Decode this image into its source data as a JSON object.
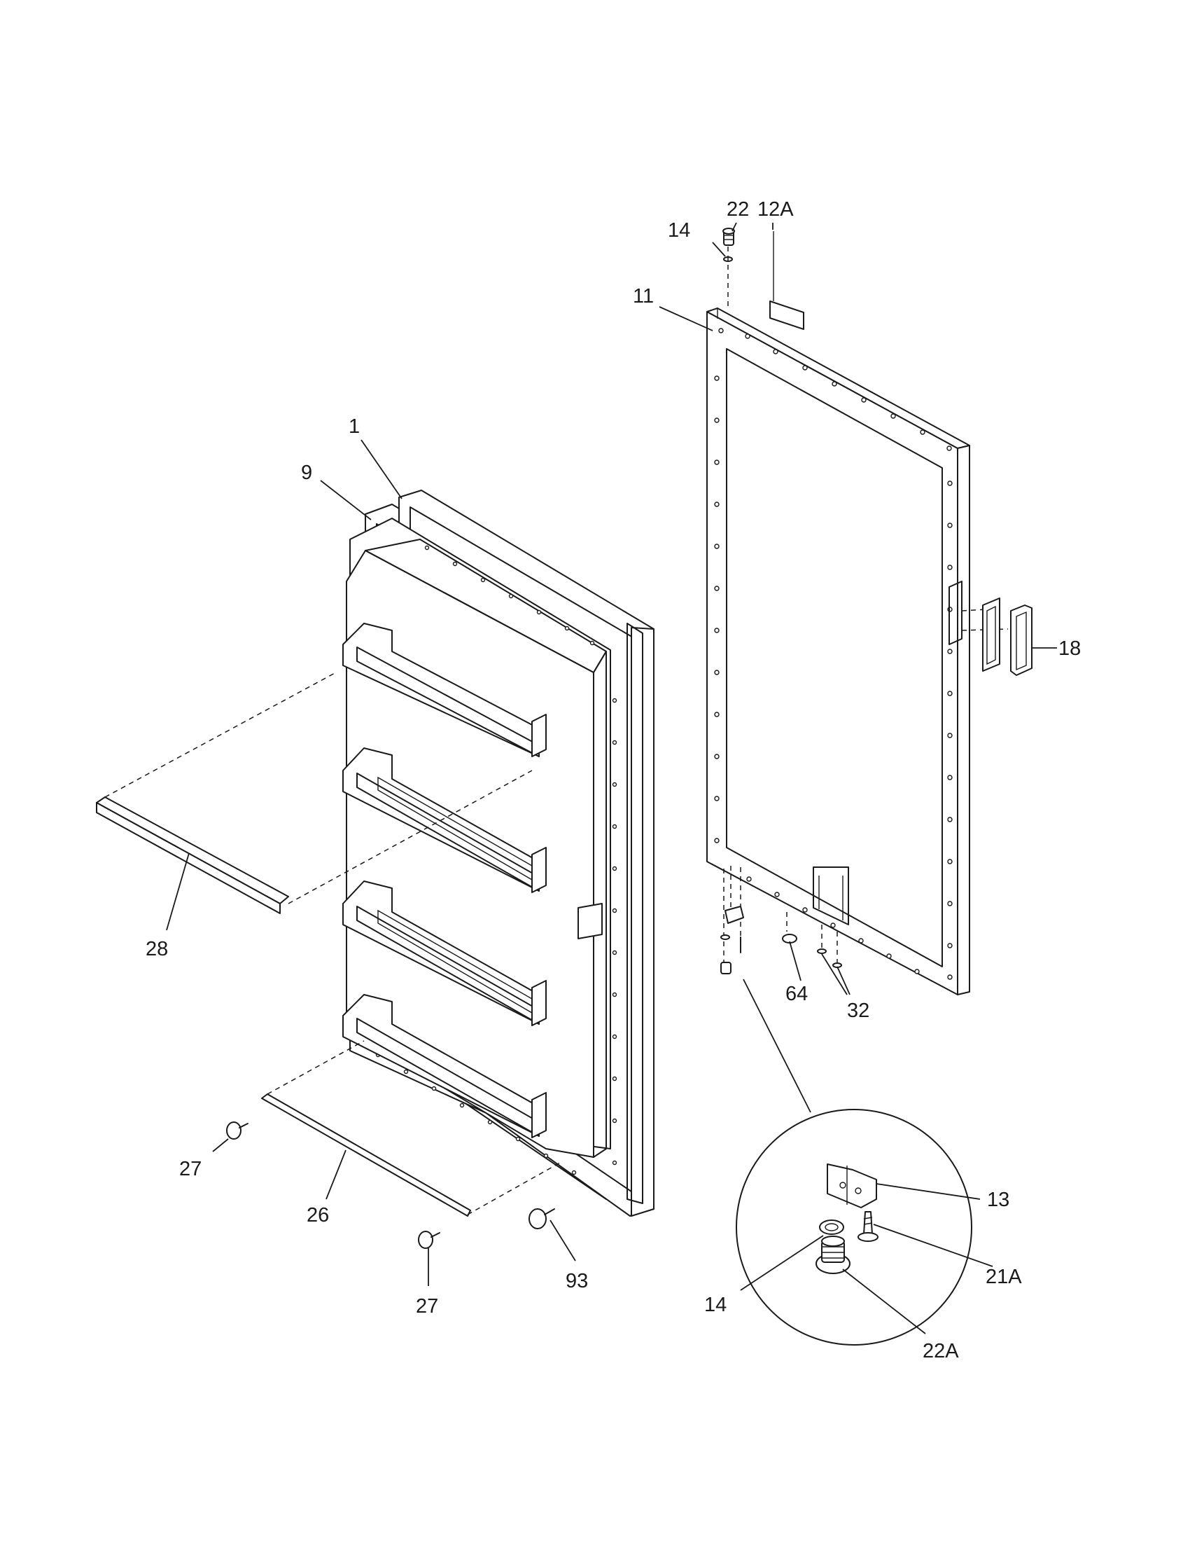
{
  "diagram": {
    "callouts": {
      "c1": "1",
      "c9": "9",
      "c11": "11",
      "c12A": "12A",
      "c13": "13",
      "c14_top": "14",
      "c14_detail": "14",
      "c18": "18",
      "c21A": "21A",
      "c22": "22",
      "c22A": "22A",
      "c26": "26",
      "c27_upper": "27",
      "c27_lower": "27",
      "c28": "28",
      "c32": "32",
      "c64": "64",
      "c93": "93"
    }
  }
}
